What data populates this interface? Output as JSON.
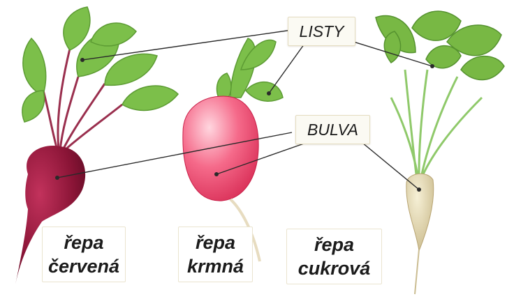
{
  "labels": {
    "leaves": "LISTY",
    "root": "BULVA"
  },
  "plants": [
    {
      "name_line1": "řepa",
      "name_line2": "červená"
    },
    {
      "name_line1": "řepa",
      "name_line2": "krmná"
    },
    {
      "name_line1": "řepa",
      "name_line2": "cukrová"
    }
  ],
  "colors": {
    "leaf": "#7cbf4a",
    "leaf_dark": "#4f8f2b",
    "red_beet": "#8a1436",
    "fodder_beet": "#e8456a",
    "sugar_beet": "#e6dcb4",
    "pointer_line": "#2a2a2a"
  }
}
